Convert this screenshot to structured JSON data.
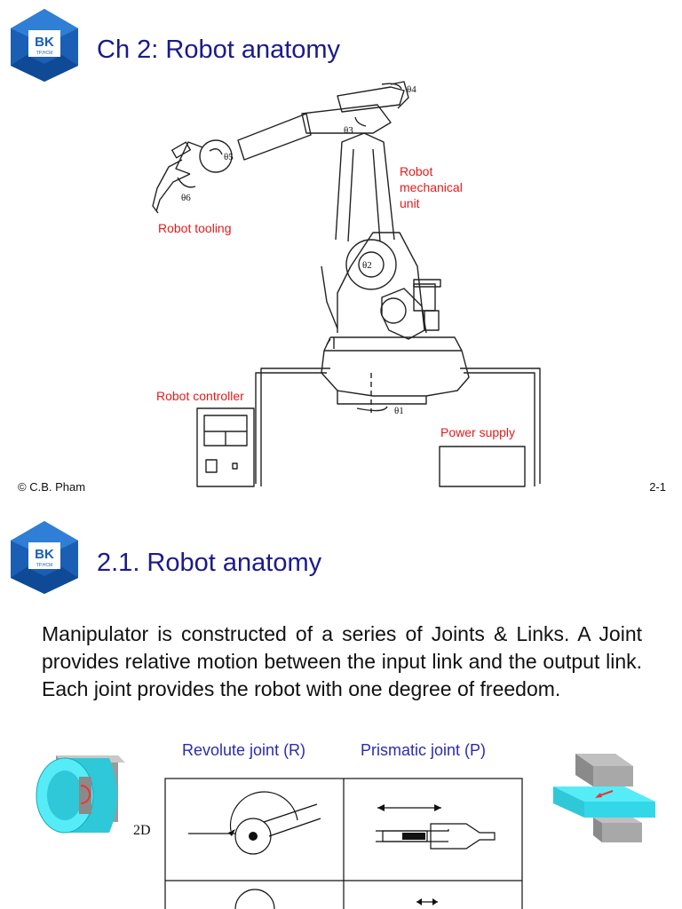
{
  "slide1": {
    "title": "Ch 2: Robot anatomy",
    "logo_text": "BK",
    "logo_subtext": "TP.HCM",
    "labels": {
      "mechanical_unit": [
        "Robot",
        "mechanical",
        "unit"
      ],
      "tooling": "Robot tooling",
      "controller": "Robot controller",
      "power_supply": "Power supply"
    },
    "angles": {
      "t1": "θ1",
      "t2": "θ2",
      "t3": "θ3",
      "t4": "θ4",
      "t5": "θ5",
      "t6": "θ6"
    },
    "footer_left": "© C.B. Pham",
    "footer_right": "2-1"
  },
  "slide2": {
    "title": "2.1. Robot anatomy",
    "logo_text": "BK",
    "logo_subtext": "TP.HCM",
    "body": "Manipulator is constructed of a series of Joints & Links. A Joint provides relative motion between the input link and the output link. Each joint provides the robot with one degree of freedom.",
    "revolute_label": "Revolute joint (R)",
    "prismatic_label": "Prismatic joint (P)",
    "row_label_2d": "2D"
  },
  "colors": {
    "title": "#1a1a8c",
    "red_label": "#e31b1b",
    "logo_blue": "#1a5fb4",
    "joint_label": "#2b2bb0",
    "cyan": "#33e0f0"
  }
}
